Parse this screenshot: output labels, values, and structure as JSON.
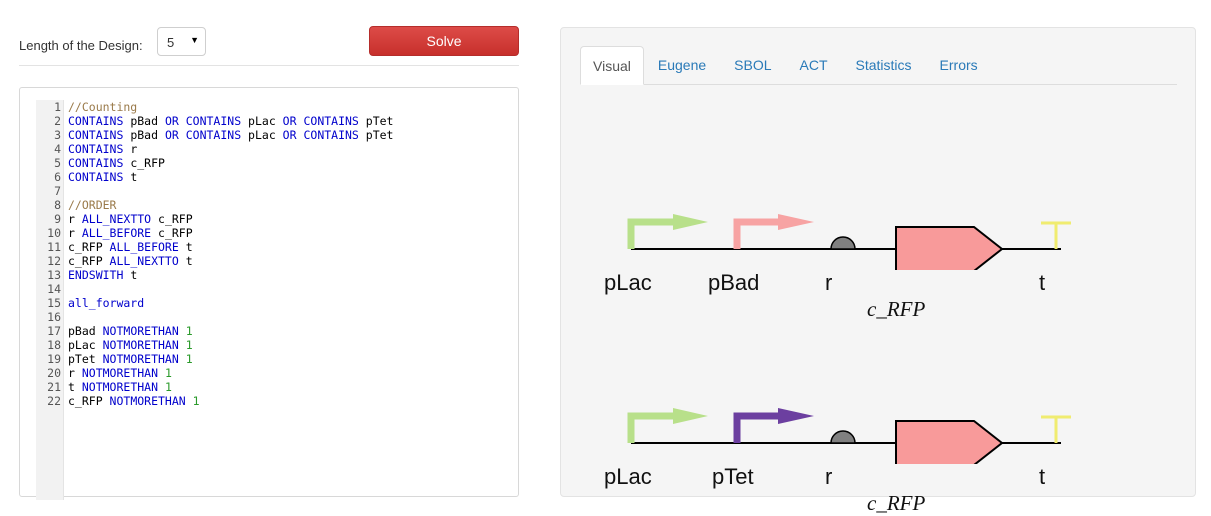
{
  "toolbar": {
    "length_label": "Length of the Design:",
    "length_value": "5",
    "solve_label": "Solve"
  },
  "editor": {
    "lines": [
      [
        {
          "t": "//Counting",
          "c": "cm"
        }
      ],
      [
        {
          "t": "CONTAINS",
          "c": "kw"
        },
        {
          "t": " pBad ",
          "c": "id"
        },
        {
          "t": "OR",
          "c": "kw"
        },
        {
          "t": " ",
          "c": "id"
        },
        {
          "t": "CONTAINS",
          "c": "kw"
        },
        {
          "t": " pLac ",
          "c": "id"
        },
        {
          "t": "OR",
          "c": "kw"
        },
        {
          "t": " ",
          "c": "id"
        },
        {
          "t": "CONTAINS",
          "c": "kw"
        },
        {
          "t": " pTet",
          "c": "id"
        }
      ],
      [
        {
          "t": "CONTAINS",
          "c": "kw"
        },
        {
          "t": " pBad ",
          "c": "id"
        },
        {
          "t": "OR",
          "c": "kw"
        },
        {
          "t": " ",
          "c": "id"
        },
        {
          "t": "CONTAINS",
          "c": "kw"
        },
        {
          "t": " pLac ",
          "c": "id"
        },
        {
          "t": "OR",
          "c": "kw"
        },
        {
          "t": " ",
          "c": "id"
        },
        {
          "t": "CONTAINS",
          "c": "kw"
        },
        {
          "t": " pTet",
          "c": "id"
        }
      ],
      [
        {
          "t": "CONTAINS",
          "c": "kw"
        },
        {
          "t": " r",
          "c": "id"
        }
      ],
      [
        {
          "t": "CONTAINS",
          "c": "kw"
        },
        {
          "t": " c_RFP",
          "c": "id"
        }
      ],
      [
        {
          "t": "CONTAINS",
          "c": "kw"
        },
        {
          "t": " t",
          "c": "id"
        }
      ],
      [],
      [
        {
          "t": "//ORDER",
          "c": "cm"
        }
      ],
      [
        {
          "t": "r ",
          "c": "id"
        },
        {
          "t": "ALL_NEXTTO",
          "c": "kw"
        },
        {
          "t": " c_RFP",
          "c": "id"
        }
      ],
      [
        {
          "t": "r ",
          "c": "id"
        },
        {
          "t": "ALL_BEFORE",
          "c": "kw"
        },
        {
          "t": " c_RFP",
          "c": "id"
        }
      ],
      [
        {
          "t": "c_RFP ",
          "c": "id"
        },
        {
          "t": "ALL_BEFORE",
          "c": "kw"
        },
        {
          "t": " t",
          "c": "id"
        }
      ],
      [
        {
          "t": "c_RFP ",
          "c": "id"
        },
        {
          "t": "ALL_NEXTTO",
          "c": "kw"
        },
        {
          "t": " t",
          "c": "id"
        }
      ],
      [
        {
          "t": "ENDSWITH",
          "c": "kw"
        },
        {
          "t": " t",
          "c": "id"
        }
      ],
      [],
      [
        {
          "t": "all_forward",
          "c": "kw"
        }
      ],
      [],
      [
        {
          "t": "pBad ",
          "c": "id"
        },
        {
          "t": "NOTMORETHAN",
          "c": "kw"
        },
        {
          "t": " 1",
          "c": "num"
        }
      ],
      [
        {
          "t": "pLac ",
          "c": "id"
        },
        {
          "t": "NOTMORETHAN",
          "c": "kw"
        },
        {
          "t": " 1",
          "c": "num"
        }
      ],
      [
        {
          "t": "pTet ",
          "c": "id"
        },
        {
          "t": "NOTMORETHAN",
          "c": "kw"
        },
        {
          "t": " 1",
          "c": "num"
        }
      ],
      [
        {
          "t": "r ",
          "c": "id"
        },
        {
          "t": "NOTMORETHAN",
          "c": "kw"
        },
        {
          "t": " 1",
          "c": "num"
        }
      ],
      [
        {
          "t": "t ",
          "c": "id"
        },
        {
          "t": "NOTMORETHAN",
          "c": "kw"
        },
        {
          "t": " 1",
          "c": "num"
        }
      ],
      [
        {
          "t": "c_RFP ",
          "c": "id"
        },
        {
          "t": "NOTMORETHAN",
          "c": "kw"
        },
        {
          "t": " 1",
          "c": "num"
        }
      ]
    ]
  },
  "tabs": [
    {
      "label": "Visual",
      "active": true
    },
    {
      "label": "Eugene",
      "active": false
    },
    {
      "label": "SBOL",
      "active": false
    },
    {
      "label": "ACT",
      "active": false
    },
    {
      "label": "Statistics",
      "active": false
    },
    {
      "label": "Errors",
      "active": false
    }
  ],
  "designs": [
    {
      "promoter1": {
        "label": "pLac",
        "color": "#b8e08a"
      },
      "promoter2": {
        "label": "pBad",
        "color": "#f7a3a3"
      },
      "rbs": {
        "label": "r",
        "color": "#808080"
      },
      "cds": {
        "label": "c_RFP",
        "color": "#f89a9a"
      },
      "terminator": {
        "label": "t",
        "color": "#f0ec70"
      }
    },
    {
      "promoter1": {
        "label": "pLac",
        "color": "#b8e08a"
      },
      "promoter2": {
        "label": "pTet",
        "color": "#6c3fa0"
      },
      "rbs": {
        "label": "r",
        "color": "#808080"
      },
      "cds": {
        "label": "c_RFP",
        "color": "#f89a9a"
      },
      "terminator": {
        "label": "t",
        "color": "#f0ec70"
      }
    }
  ]
}
